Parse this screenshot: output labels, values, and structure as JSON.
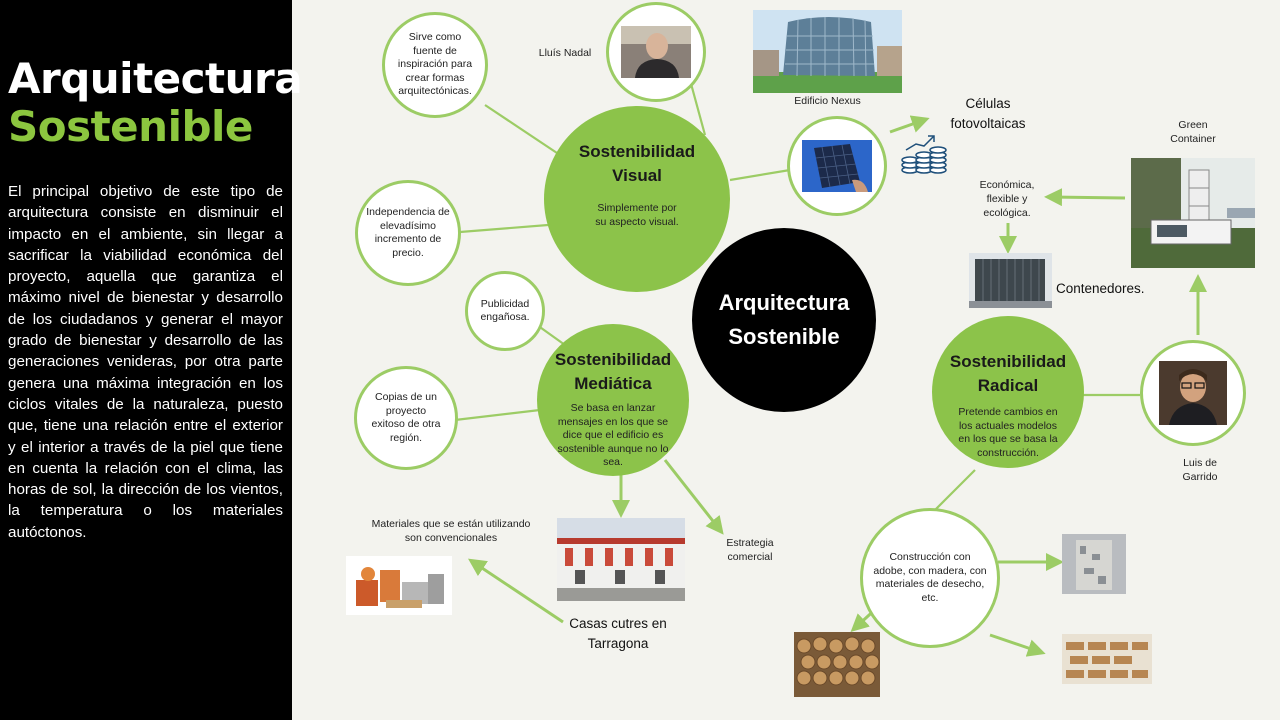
{
  "sidebar": {
    "title_line1": "Arquitectura",
    "title_line2": "Sostenible",
    "description": "El principal objetivo de este tipo de arquitectura consiste en disminuir el impacto en el ambiente, sin llegar a sacrificar la viabilidad económica del proyecto, aquella que garantiza el máximo nivel de bienestar y desarrollo de los ciudadanos y generar el mayor grado de bienestar y desarrollo de las generaciones venideras, por otra parte genera una máxima integración en los ciclos vitales de la naturaleza, puesto que, tiene una relación entre el exterior y el interior a través de la piel que tiene en cuenta la relación con el clima, las horas de sol, la dirección de los vientos, la temperatura o los materiales autóctonos."
  },
  "center": {
    "title": "Arquitectura Sostenible"
  },
  "visual": {
    "title": "Sostenibilidad Visual",
    "subtitle": "Simplemente por su aspecto visual.",
    "inspiration": "Sirve como fuente de inspiración para crear formas arquitectónicas.",
    "price": "Independencia de elevadísimo incremento de precio.",
    "person": "Lluís Nadal",
    "building": "Edificio Nexus",
    "cells": "Células fotovoltaicas"
  },
  "media": {
    "title": "Sostenibilidad Mediática",
    "subtitle": "Se basa en lanzar mensajes en los que se dice que el edificio es sostenible aunque no lo sea.",
    "publicity": "Publicidad engañosa.",
    "copies": "Copias de un proyecto exitoso de otra región.",
    "materials": "Materiales que se están utilizando son convencionales",
    "houses": "Casas cutres en Tarragona",
    "strategy": "Estrategia comercial"
  },
  "radical": {
    "title": "Sostenibilidad Radical",
    "subtitle": "Pretende cambios en los actuales modelos en los que se basa la construcción.",
    "person": "Luis de Garrido",
    "green_container": "Green Container",
    "economic": "Económica, flexible y ecológica.",
    "containers": "Contenedores.",
    "construction": "Construcción con adobe, con madera, con materiales de desecho, etc."
  },
  "colors": {
    "accent": "#8cc63f",
    "line": "#9ccc65",
    "dark": "#000000"
  }
}
